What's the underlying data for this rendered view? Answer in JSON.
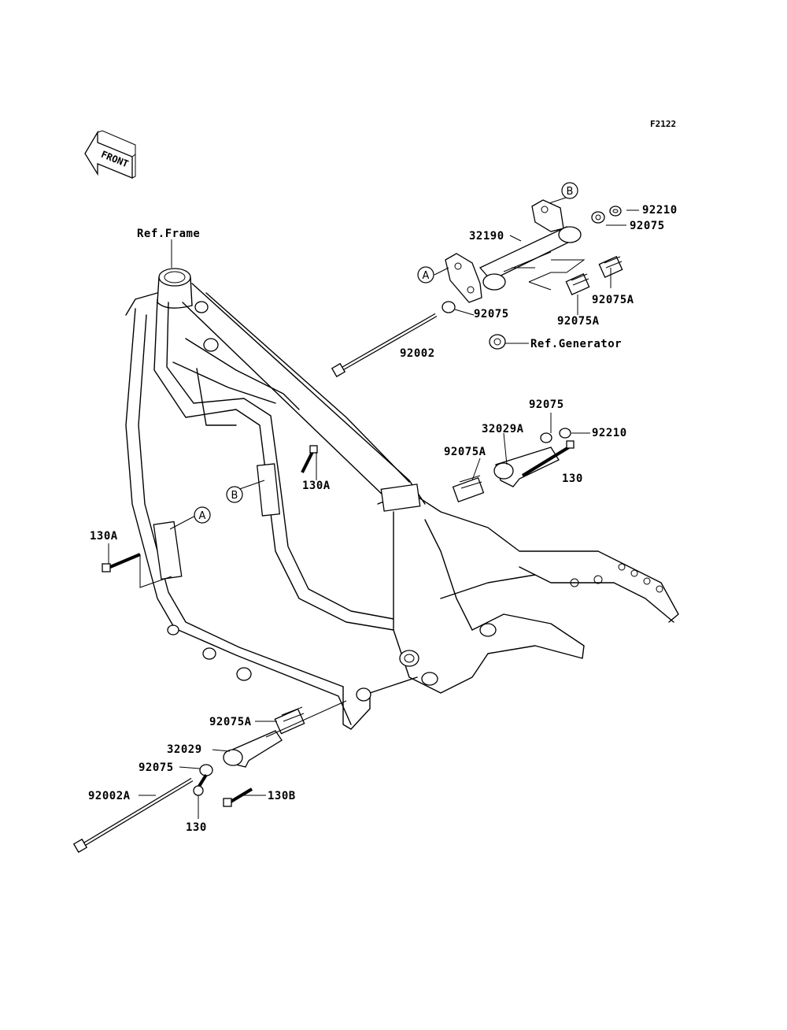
{
  "figure_code": "F2122",
  "front_indicator": "FRONT",
  "ref_labels": {
    "frame": "Ref.Frame",
    "generator": "Ref.Generator"
  },
  "callouts": {
    "a": "A",
    "b": "B"
  },
  "parts": {
    "p92210_top": "92210",
    "p92075_top": "92075",
    "p32190": "32190",
    "p92075_mid": "92075",
    "p92075A_right": "92075A",
    "p92075A_left": "92075A",
    "p92002": "92002",
    "p92075_r2": "92075",
    "p32029A": "32029A",
    "p92210_r2": "92210",
    "p92075A_r2": "92075A",
    "p130_r2": "130",
    "p130A_mid": "130A",
    "p130A_left": "130A",
    "p92075A_bot": "92075A",
    "p32029": "32029",
    "p92075_bot": "92075",
    "p92002A": "92002A",
    "p130B": "130B",
    "p130_bot": "130"
  }
}
